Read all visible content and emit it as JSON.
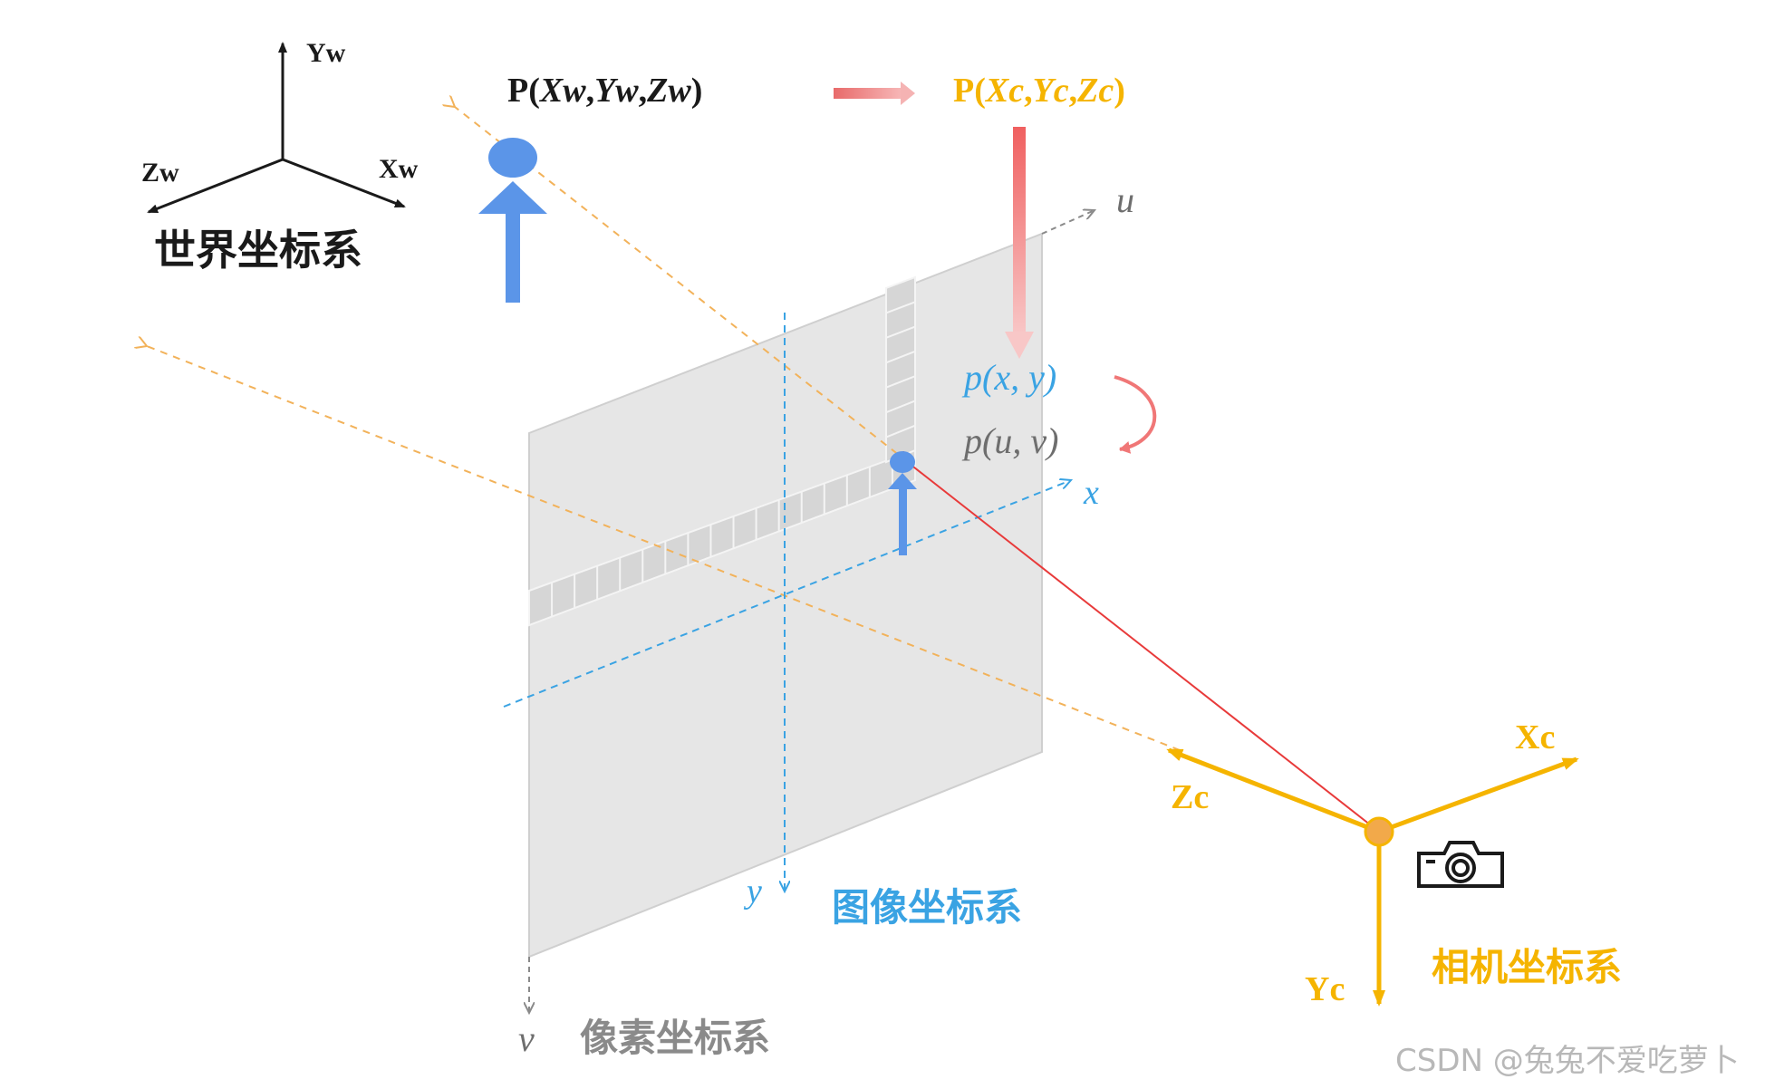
{
  "colors": {
    "world": "#1a1a1a",
    "camera": "#f5b400",
    "image": "#3aa3e3",
    "pixel": "#8a8a8a",
    "person": "#5b95e8",
    "ray": "#e83a3a",
    "dashed_ray": "#f2b25a",
    "plane": "#e6e6e6"
  },
  "world_frame": {
    "axis_y": "Yw",
    "axis_x": "Xw",
    "axis_z": "Zw",
    "title": "世界坐标系",
    "icon": "3d-axes-icon"
  },
  "transform_chain": {
    "world_point": {
      "prefix": "P(",
      "x": "Xw",
      "y": "Yw",
      "z": "Zw",
      "suffix": ")"
    },
    "camera_point": {
      "prefix": "P(",
      "x": "Xc",
      "y": "Yc",
      "z": "Zc",
      "suffix": ")"
    },
    "image_point": {
      "fn": "p",
      "open": "(",
      "a": "x",
      "b": "y",
      "close": ")"
    },
    "pixel_point": {
      "fn": "p",
      "open": "(",
      "a": "u",
      "b": "v",
      "close": ")"
    }
  },
  "image_frame": {
    "axis_x": "x",
    "axis_y": "y",
    "title": "图像坐标系"
  },
  "pixel_frame": {
    "axis_u": "u",
    "axis_v": "v",
    "title": "像素坐标系"
  },
  "camera_frame": {
    "axis_x": "Xc",
    "axis_y": "Yc",
    "axis_z": "Zc",
    "title": "相机坐标系",
    "icon": "camera-icon"
  },
  "watermark": "CSDN @兔兔不爱吃萝卜"
}
